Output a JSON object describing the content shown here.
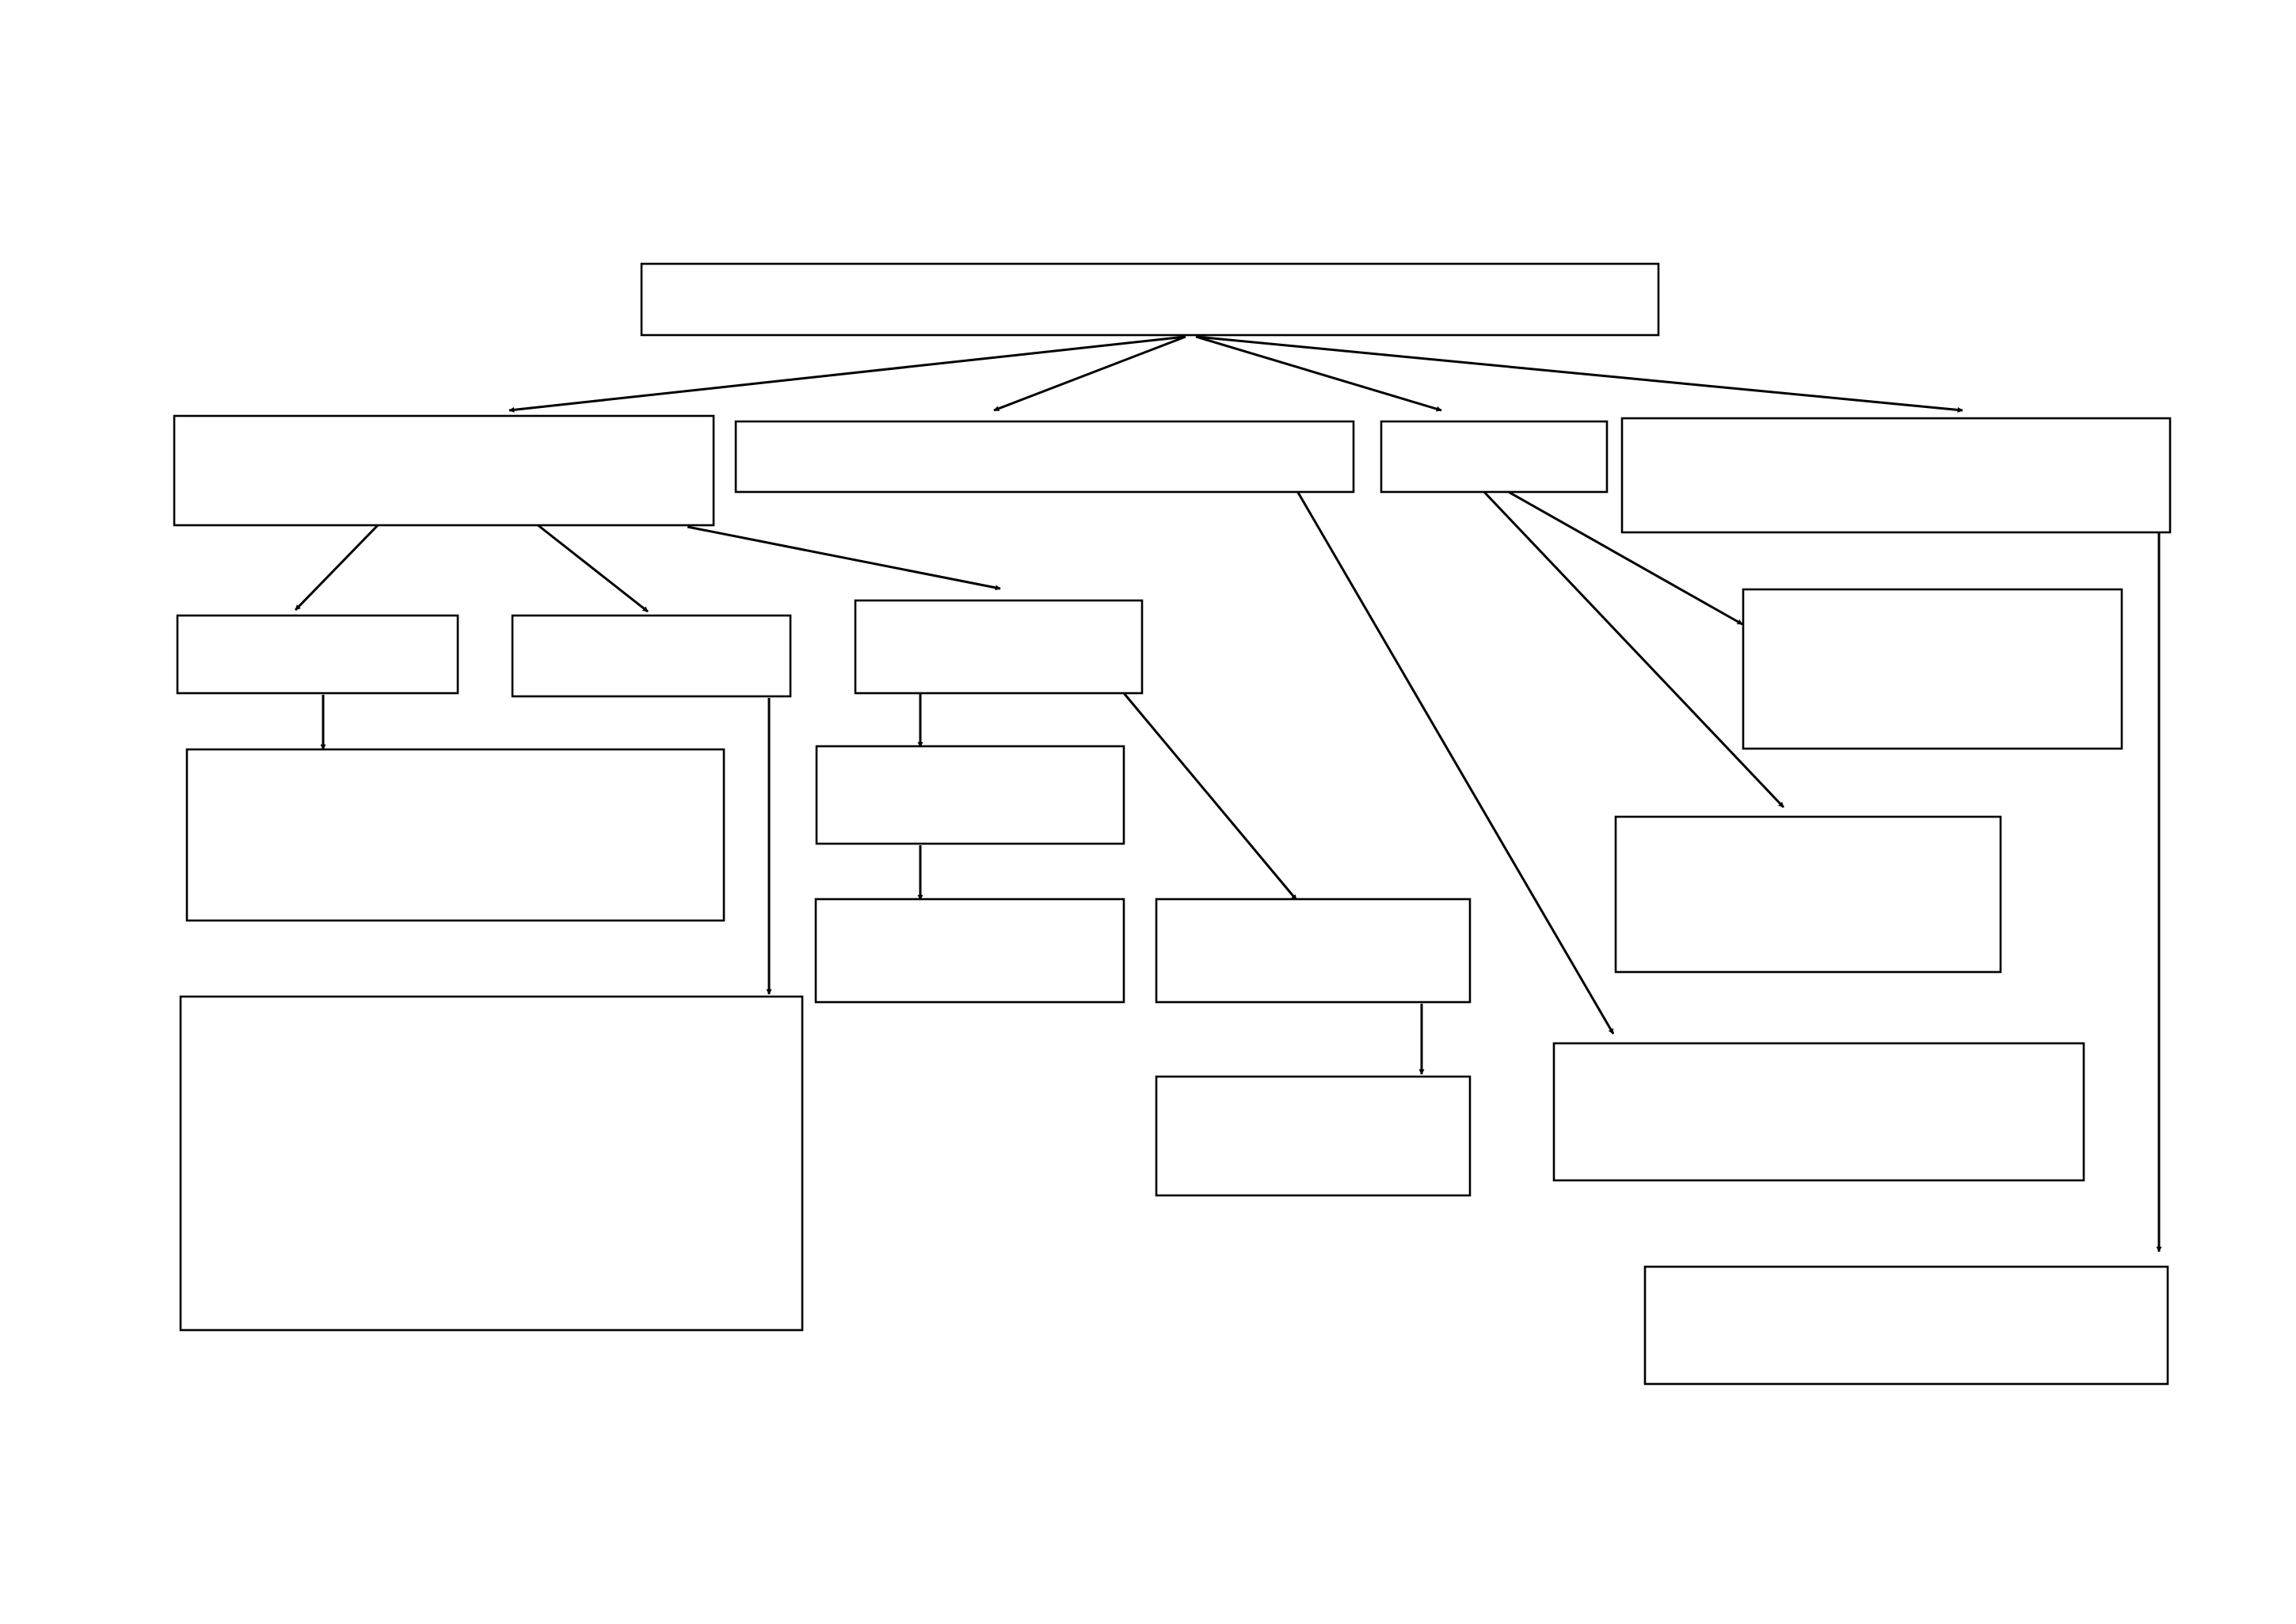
{
  "diagram": {
    "type": "empty hierarchy chart",
    "line_color": "#000000",
    "box_fill": "#ffffff",
    "background": "#ffffff",
    "box_count": 21,
    "connector_count": 21,
    "boxes": [
      {
        "id": "root",
        "label": ""
      },
      {
        "id": "l1-a",
        "label": ""
      },
      {
        "id": "l1-b",
        "label": ""
      },
      {
        "id": "l1-c",
        "label": ""
      },
      {
        "id": "l1-d",
        "label": ""
      },
      {
        "id": "a-1",
        "label": ""
      },
      {
        "id": "a-2",
        "label": ""
      },
      {
        "id": "a-3",
        "label": ""
      },
      {
        "id": "a-1-child",
        "label": ""
      },
      {
        "id": "a-2-child",
        "label": ""
      },
      {
        "id": "a-3-1",
        "label": ""
      },
      {
        "id": "a-3-1-child",
        "label": ""
      },
      {
        "id": "a-3-2",
        "label": ""
      },
      {
        "id": "a-3-2-child",
        "label": ""
      },
      {
        "id": "c-1",
        "label": ""
      },
      {
        "id": "c-2",
        "label": ""
      },
      {
        "id": "b-1",
        "label": ""
      },
      {
        "id": "d-1",
        "label": ""
      }
    ]
  }
}
